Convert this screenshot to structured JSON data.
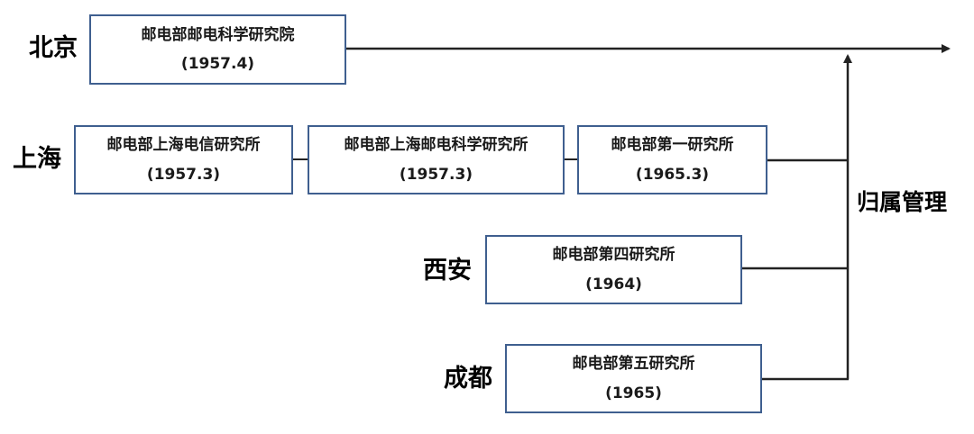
{
  "cities": {
    "beijing": "北京",
    "shanghai": "上海",
    "xian": "西安",
    "chengdu": "成都"
  },
  "institutes": {
    "beijing_academy": {
      "name": "邮电部邮电科学研究院",
      "date": "(1957.4)"
    },
    "shanghai_telecom": {
      "name": "邮电部上海电信研究所",
      "date": "(1957.3)"
    },
    "shanghai_post": {
      "name": "邮电部上海邮电科学研究所",
      "date": "(1957.3)"
    },
    "first_institute": {
      "name": "邮电部第一研究所",
      "date": "(1965.3)"
    },
    "fourth_institute": {
      "name": "邮电部第四研究所",
      "date": "(1964)"
    },
    "fifth_institute": {
      "name": "邮电部第五研究所",
      "date": "(1965)"
    }
  },
  "management_label": "归属管理",
  "colors": {
    "box_border": "#3f5f8f",
    "connector": "#000000",
    "text": "#1a1a1a"
  }
}
